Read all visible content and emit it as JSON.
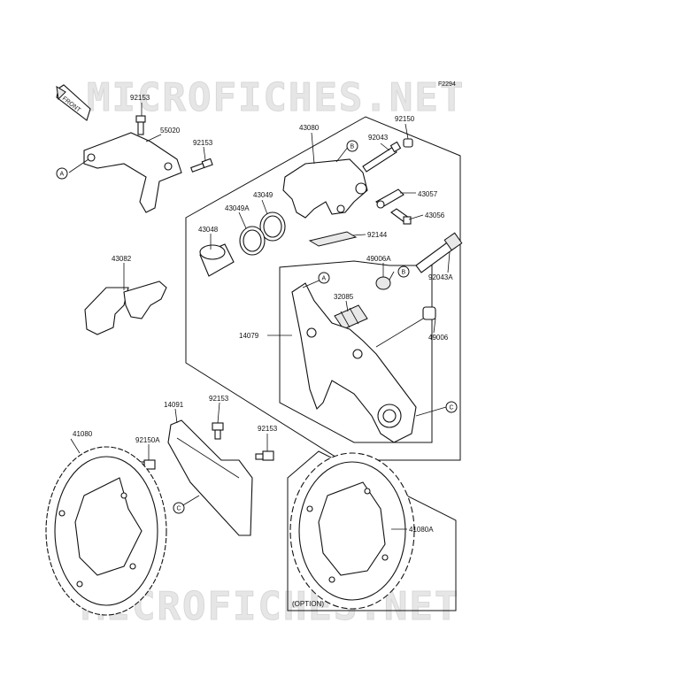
{
  "diagram_id": "F2294",
  "watermarks": [
    "MICROFICHES.NET",
    "MICROFICHES.NET"
  ],
  "front_label": "FRONT",
  "parts": {
    "p92153_top": "92153",
    "p55020": "55020",
    "p92153_mid": "92153",
    "p43080": "43080",
    "p92150": "92150",
    "p92043": "92043",
    "p43057": "43057",
    "p43056": "43056",
    "p43049": "43049",
    "p43049A": "43049A",
    "p43048": "43048",
    "p92144": "92144",
    "p43082": "43082",
    "p49006A": "49006A",
    "p92043A": "92043A",
    "p32085": "32085",
    "p14079": "14079",
    "p49006": "49006",
    "p14091": "14091",
    "p92153_c1": "92153",
    "p92153_c2": "92153",
    "p41080": "41080",
    "p92150A": "92150A",
    "p41080A": "41080A"
  },
  "option_label": "(OPTION)",
  "callouts": {
    "A1": "A",
    "A2": "A",
    "B1": "B",
    "B2": "B",
    "C1": "C",
    "C2": "C"
  }
}
